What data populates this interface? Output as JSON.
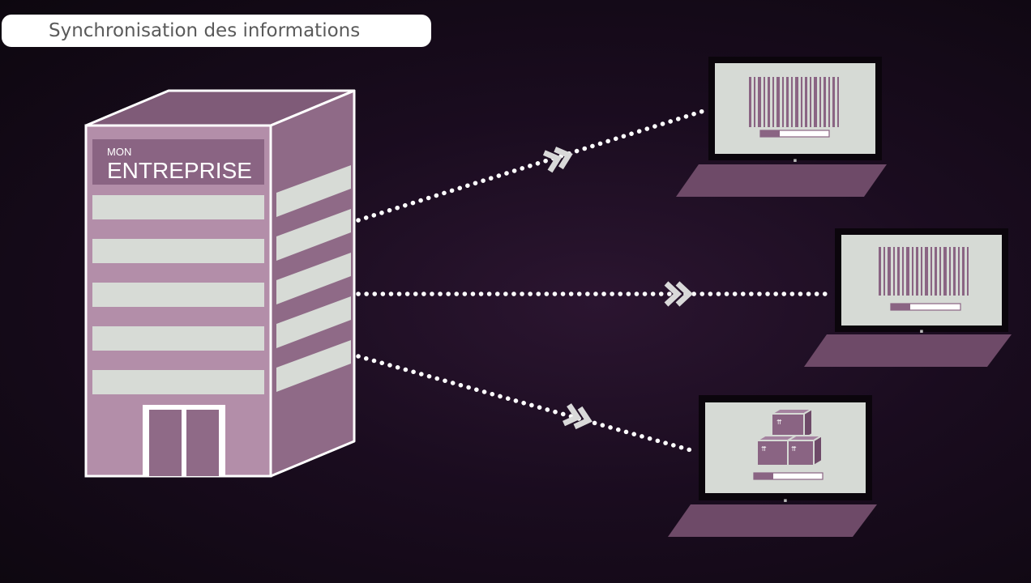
{
  "header": {
    "title": "Synchronisation des informations"
  },
  "building": {
    "sign_line1": "MON",
    "sign_line2": "ENTREPRISE"
  },
  "connections": [
    {
      "target": "laptop-1",
      "screen_icon": "barcode-icon"
    },
    {
      "target": "laptop-2",
      "screen_icon": "barcode-icon"
    },
    {
      "target": "laptop-3",
      "screen_icon": "boxes-icon"
    }
  ],
  "colors": {
    "building_front": "#b38ea9",
    "building_side": "#8f6a87",
    "building_roof": "#7f5b78",
    "window": "#d7dbd6",
    "screen": "#d6dad5",
    "laptop_base": "#6e4a68",
    "accent": "#8a6483",
    "dots": "#ffffff",
    "arrows": "#d9d9d9"
  }
}
